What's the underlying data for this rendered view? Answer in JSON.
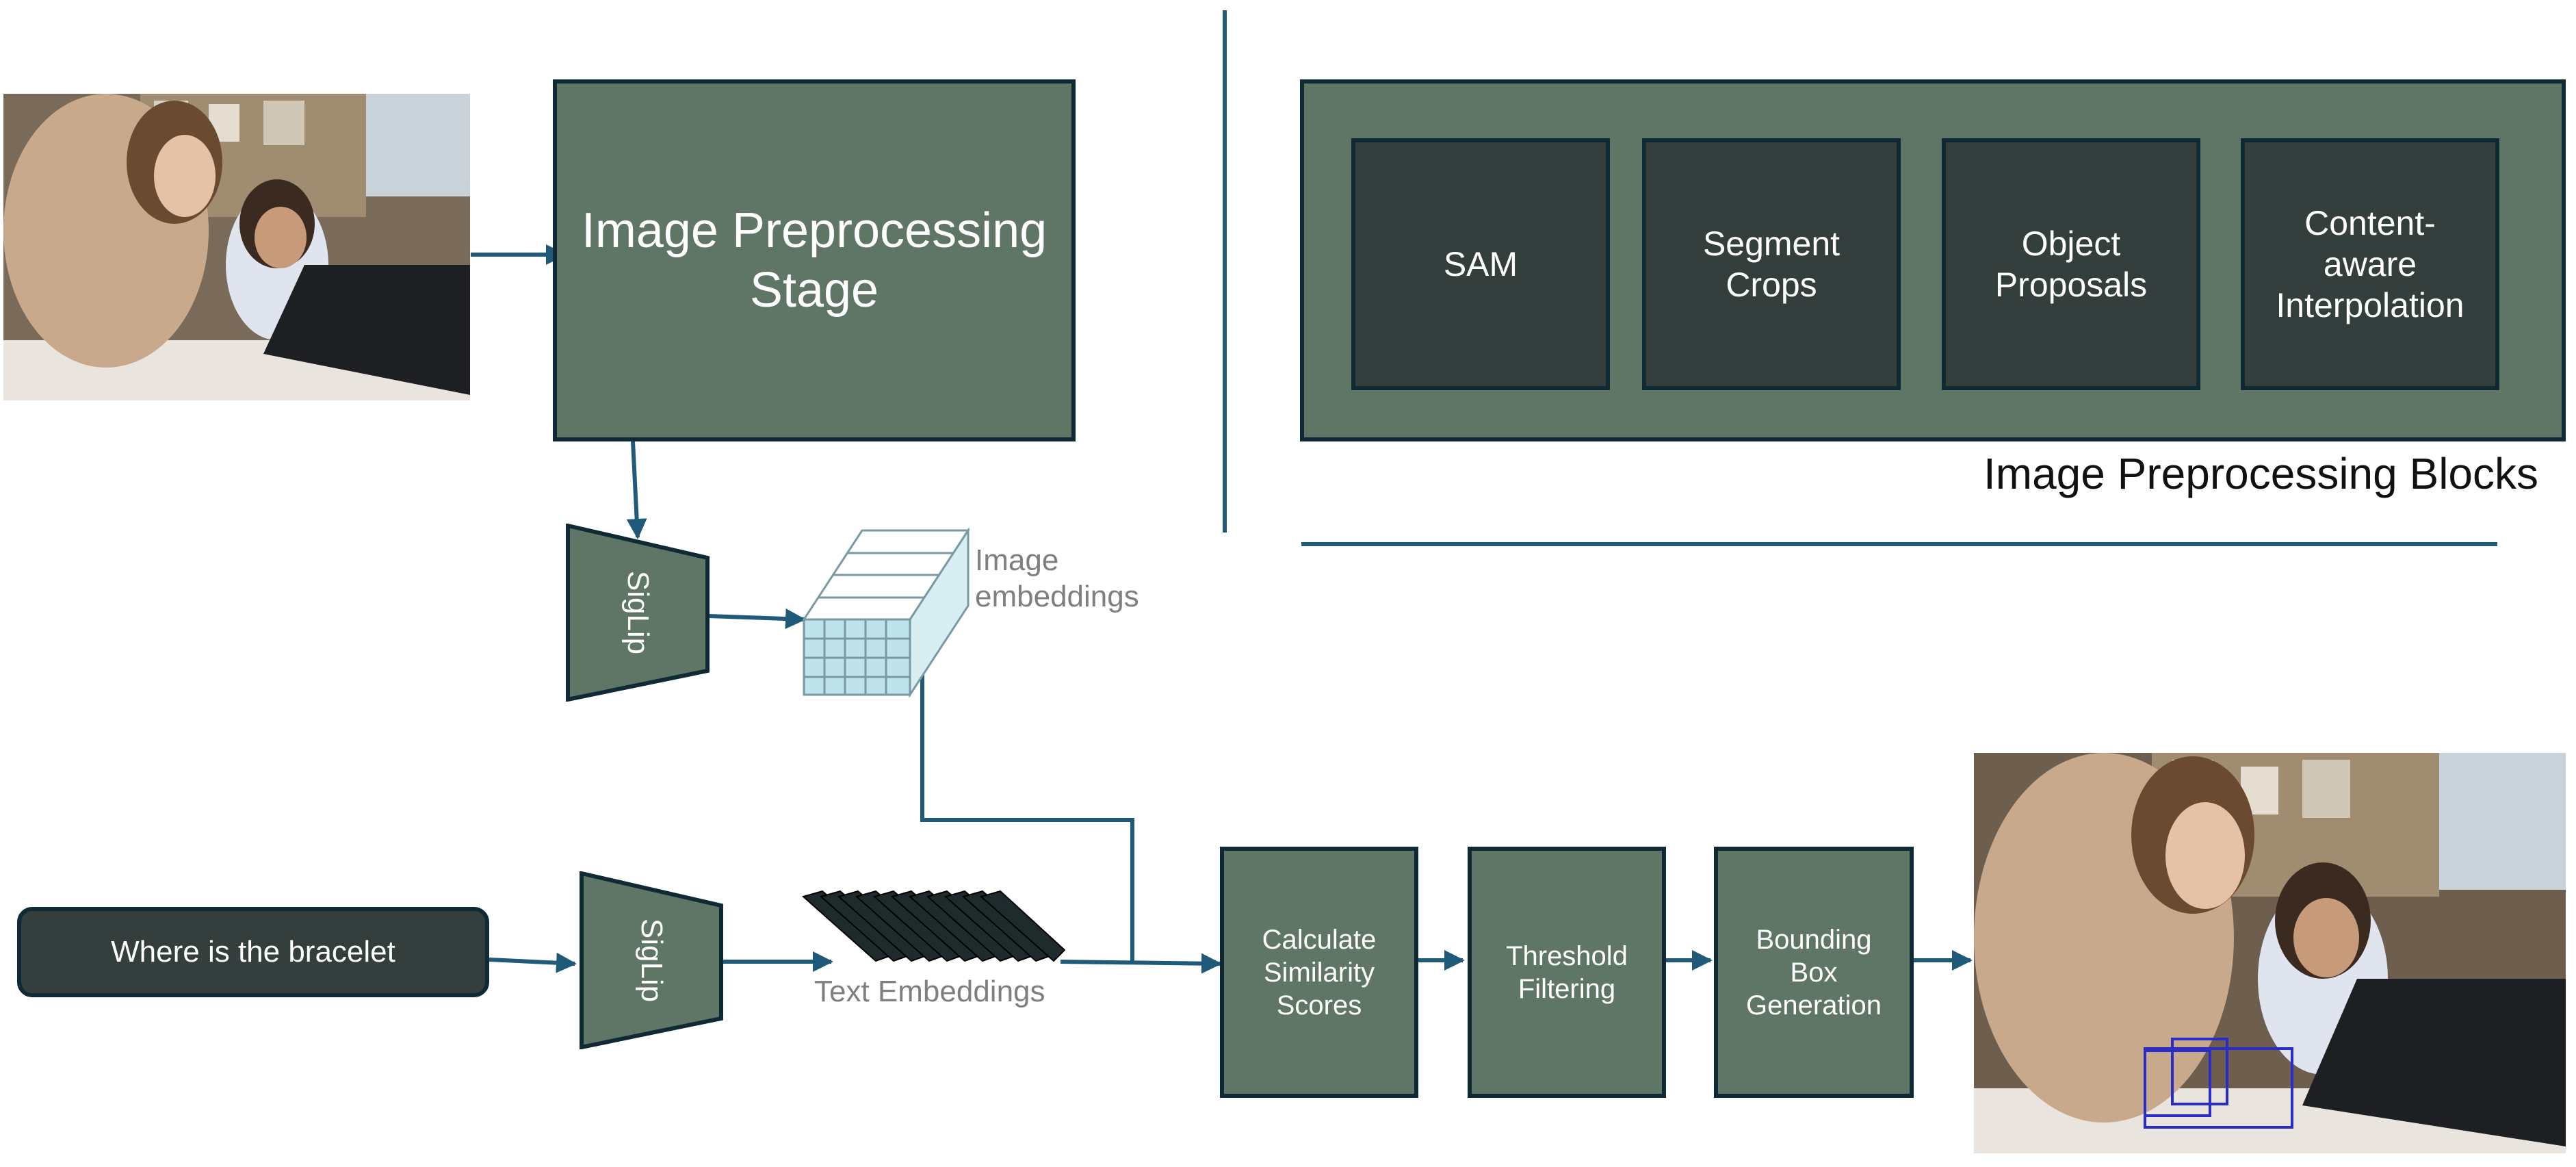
{
  "diagram": {
    "input_query": "Where is the bracelet",
    "preprocessing_stage": "Image Preprocessing\nStage",
    "encoder_top": "SigLip",
    "encoder_bottom": "SigLip",
    "image_embeddings_label": "Image\nembeddings",
    "text_embeddings_label": "Text Embeddings",
    "pipeline_steps": [
      "Calculate\nSimilarity\nScores",
      "Threshold\nFiltering",
      "Bounding\nBox\nGeneration"
    ],
    "blocks_title": "Image Preprocessing Blocks",
    "blocks": [
      "SAM",
      "Segment\nCrops",
      "Object\nProposals",
      "Content-\naware\nInterpolation"
    ]
  },
  "colors": {
    "box_green": "#5f7565",
    "box_dark": "#343e3c",
    "border_navy": "#0f2a35",
    "arrow_blue": "#1f5a78",
    "label_gray": "#7f7f7f",
    "embedding_light": "#bfe3ea",
    "embedding_dark": "#1f2a2c",
    "detection_box": "#2b2bc8"
  }
}
